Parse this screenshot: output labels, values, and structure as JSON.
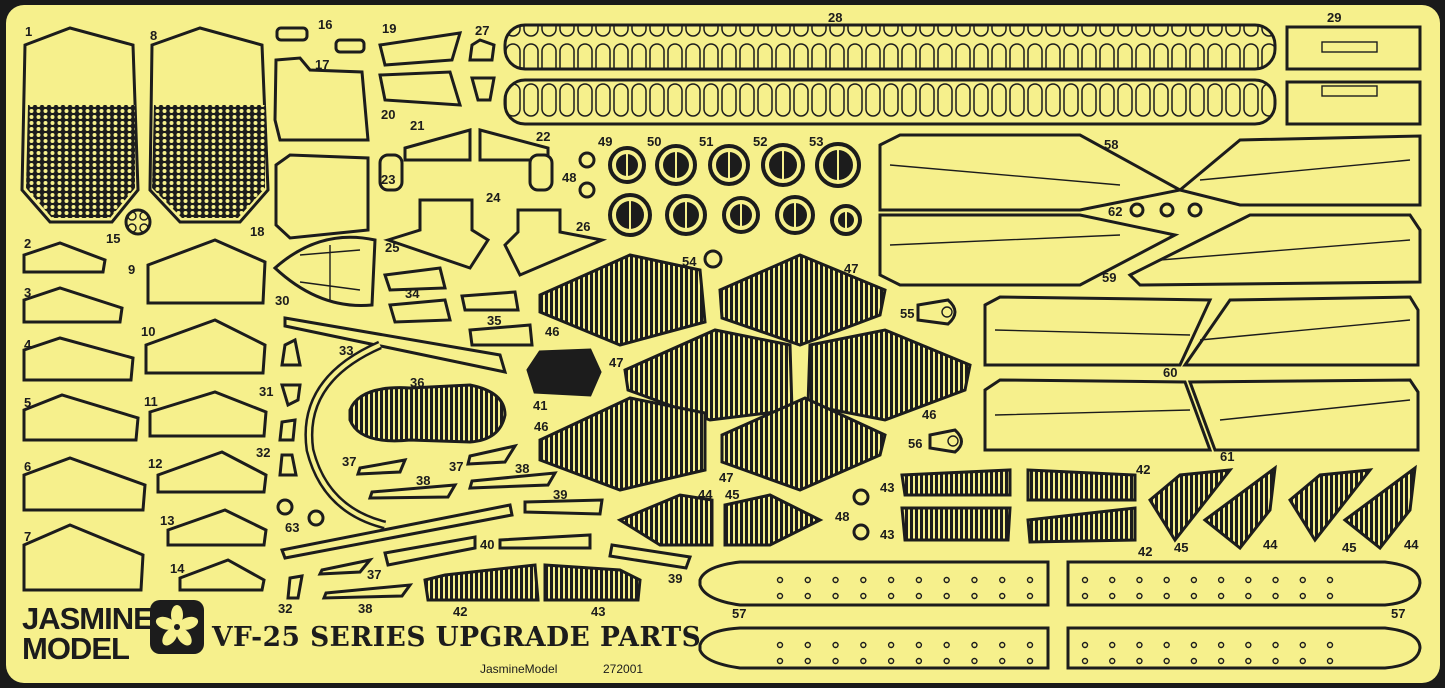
{
  "sheet": {
    "title": "VF-25 SERIES UPGRADE PARTS",
    "brand_line1": "JASMINE",
    "brand_line2": "MODEL",
    "maker": "JasmineModel",
    "product_code": "272001",
    "colors": {
      "brass": "#f6f08c",
      "outline": "#1c1c1c",
      "frame": "#1a1a1a"
    }
  },
  "part_labels": [
    "1",
    "8",
    "16",
    "19",
    "27",
    "28",
    "29",
    "17",
    "20",
    "21",
    "22",
    "49",
    "50",
    "51",
    "52",
    "53",
    "58",
    "48",
    "23",
    "24",
    "26",
    "18",
    "15",
    "25",
    "62",
    "2",
    "9",
    "54",
    "47",
    "59",
    "3",
    "34",
    "30",
    "55",
    "35",
    "46",
    "10",
    "4",
    "33",
    "47",
    "36",
    "60",
    "31",
    "5",
    "11",
    "41",
    "46",
    "46",
    "56",
    "32",
    "61",
    "37",
    "37",
    "38",
    "6",
    "12",
    "42",
    "38",
    "47",
    "43",
    "39",
    "44",
    "45",
    "48",
    "43",
    "13",
    "63",
    "45",
    "44",
    "45",
    "44",
    "42",
    "40",
    "7",
    "14",
    "37",
    "39",
    "32",
    "38",
    "42",
    "43",
    "57",
    "57"
  ]
}
